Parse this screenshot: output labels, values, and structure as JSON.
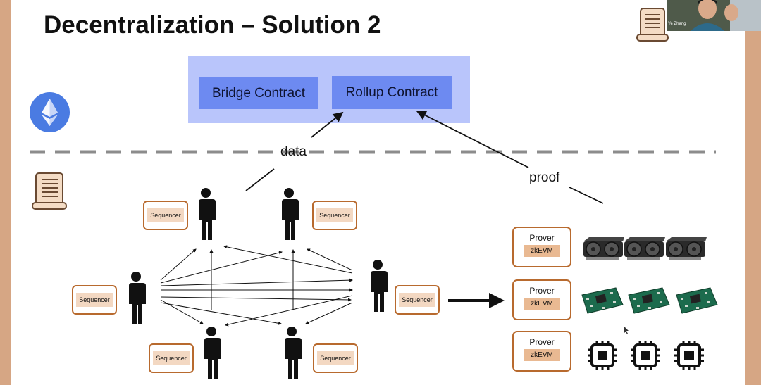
{
  "slide": {
    "title": "Decentralization – Solution 2"
  },
  "l1": {
    "contracts": [
      "Bridge Contract",
      "Rollup Contract"
    ],
    "chain_icon": "ethereum-icon"
  },
  "labels": {
    "data": "data",
    "proof": "proof"
  },
  "sequencers": [
    "Sequencer",
    "Sequencer",
    "Sequencer",
    "Sequencer",
    "Sequencer",
    "Sequencer"
  ],
  "provers": [
    {
      "title": "Prover",
      "tag": "zkEVM",
      "hardware": "gpu-icon"
    },
    {
      "title": "Prover",
      "tag": "zkEVM",
      "hardware": "fpga-board-icon"
    },
    {
      "title": "Prover",
      "tag": "zkEVM",
      "hardware": "chip-icon"
    }
  ],
  "webcam": {
    "name": "Ye Zhang"
  },
  "colors": {
    "l1_background": "#b9c5fb",
    "contract_box": "#6d8af1",
    "ethereum": "#4a7be2",
    "sequencer_border": "#b86a2e",
    "sequencer_fill": "#f3d8c2",
    "zkevm_fill": "#e9b992",
    "divider": "#8c8c8c"
  }
}
